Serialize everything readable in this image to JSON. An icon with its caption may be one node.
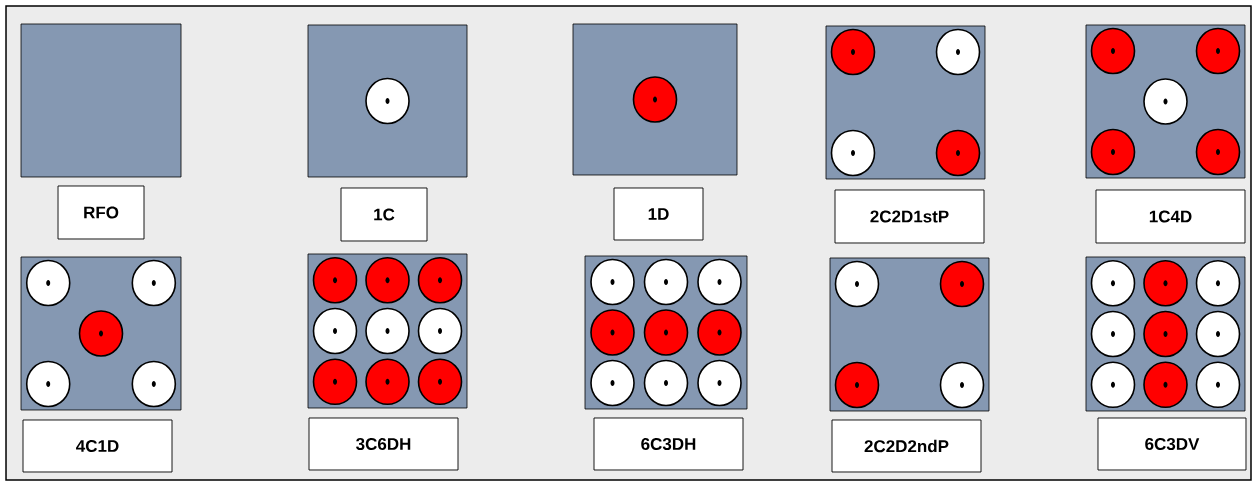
{
  "diagram": {
    "nodes": [
      {
        "text": [
          "RFO"
        ]
      },
      {
        "text": [
          "1C"
        ]
      },
      {
        "text": [
          "1D"
        ]
      },
      {
        "text": [
          "2C2D1stP"
        ]
      },
      {
        "text": [
          "1C4D"
        ]
      },
      {
        "text": [
          "4C1D"
        ]
      },
      {
        "text": [
          "3C6DH"
        ]
      },
      {
        "text": [
          "6C3DH"
        ]
      },
      {
        "text": [
          "2C2D2ndP"
        ]
      },
      {
        "text": [
          "6C3DV"
        ]
      }
    ]
  }
}
